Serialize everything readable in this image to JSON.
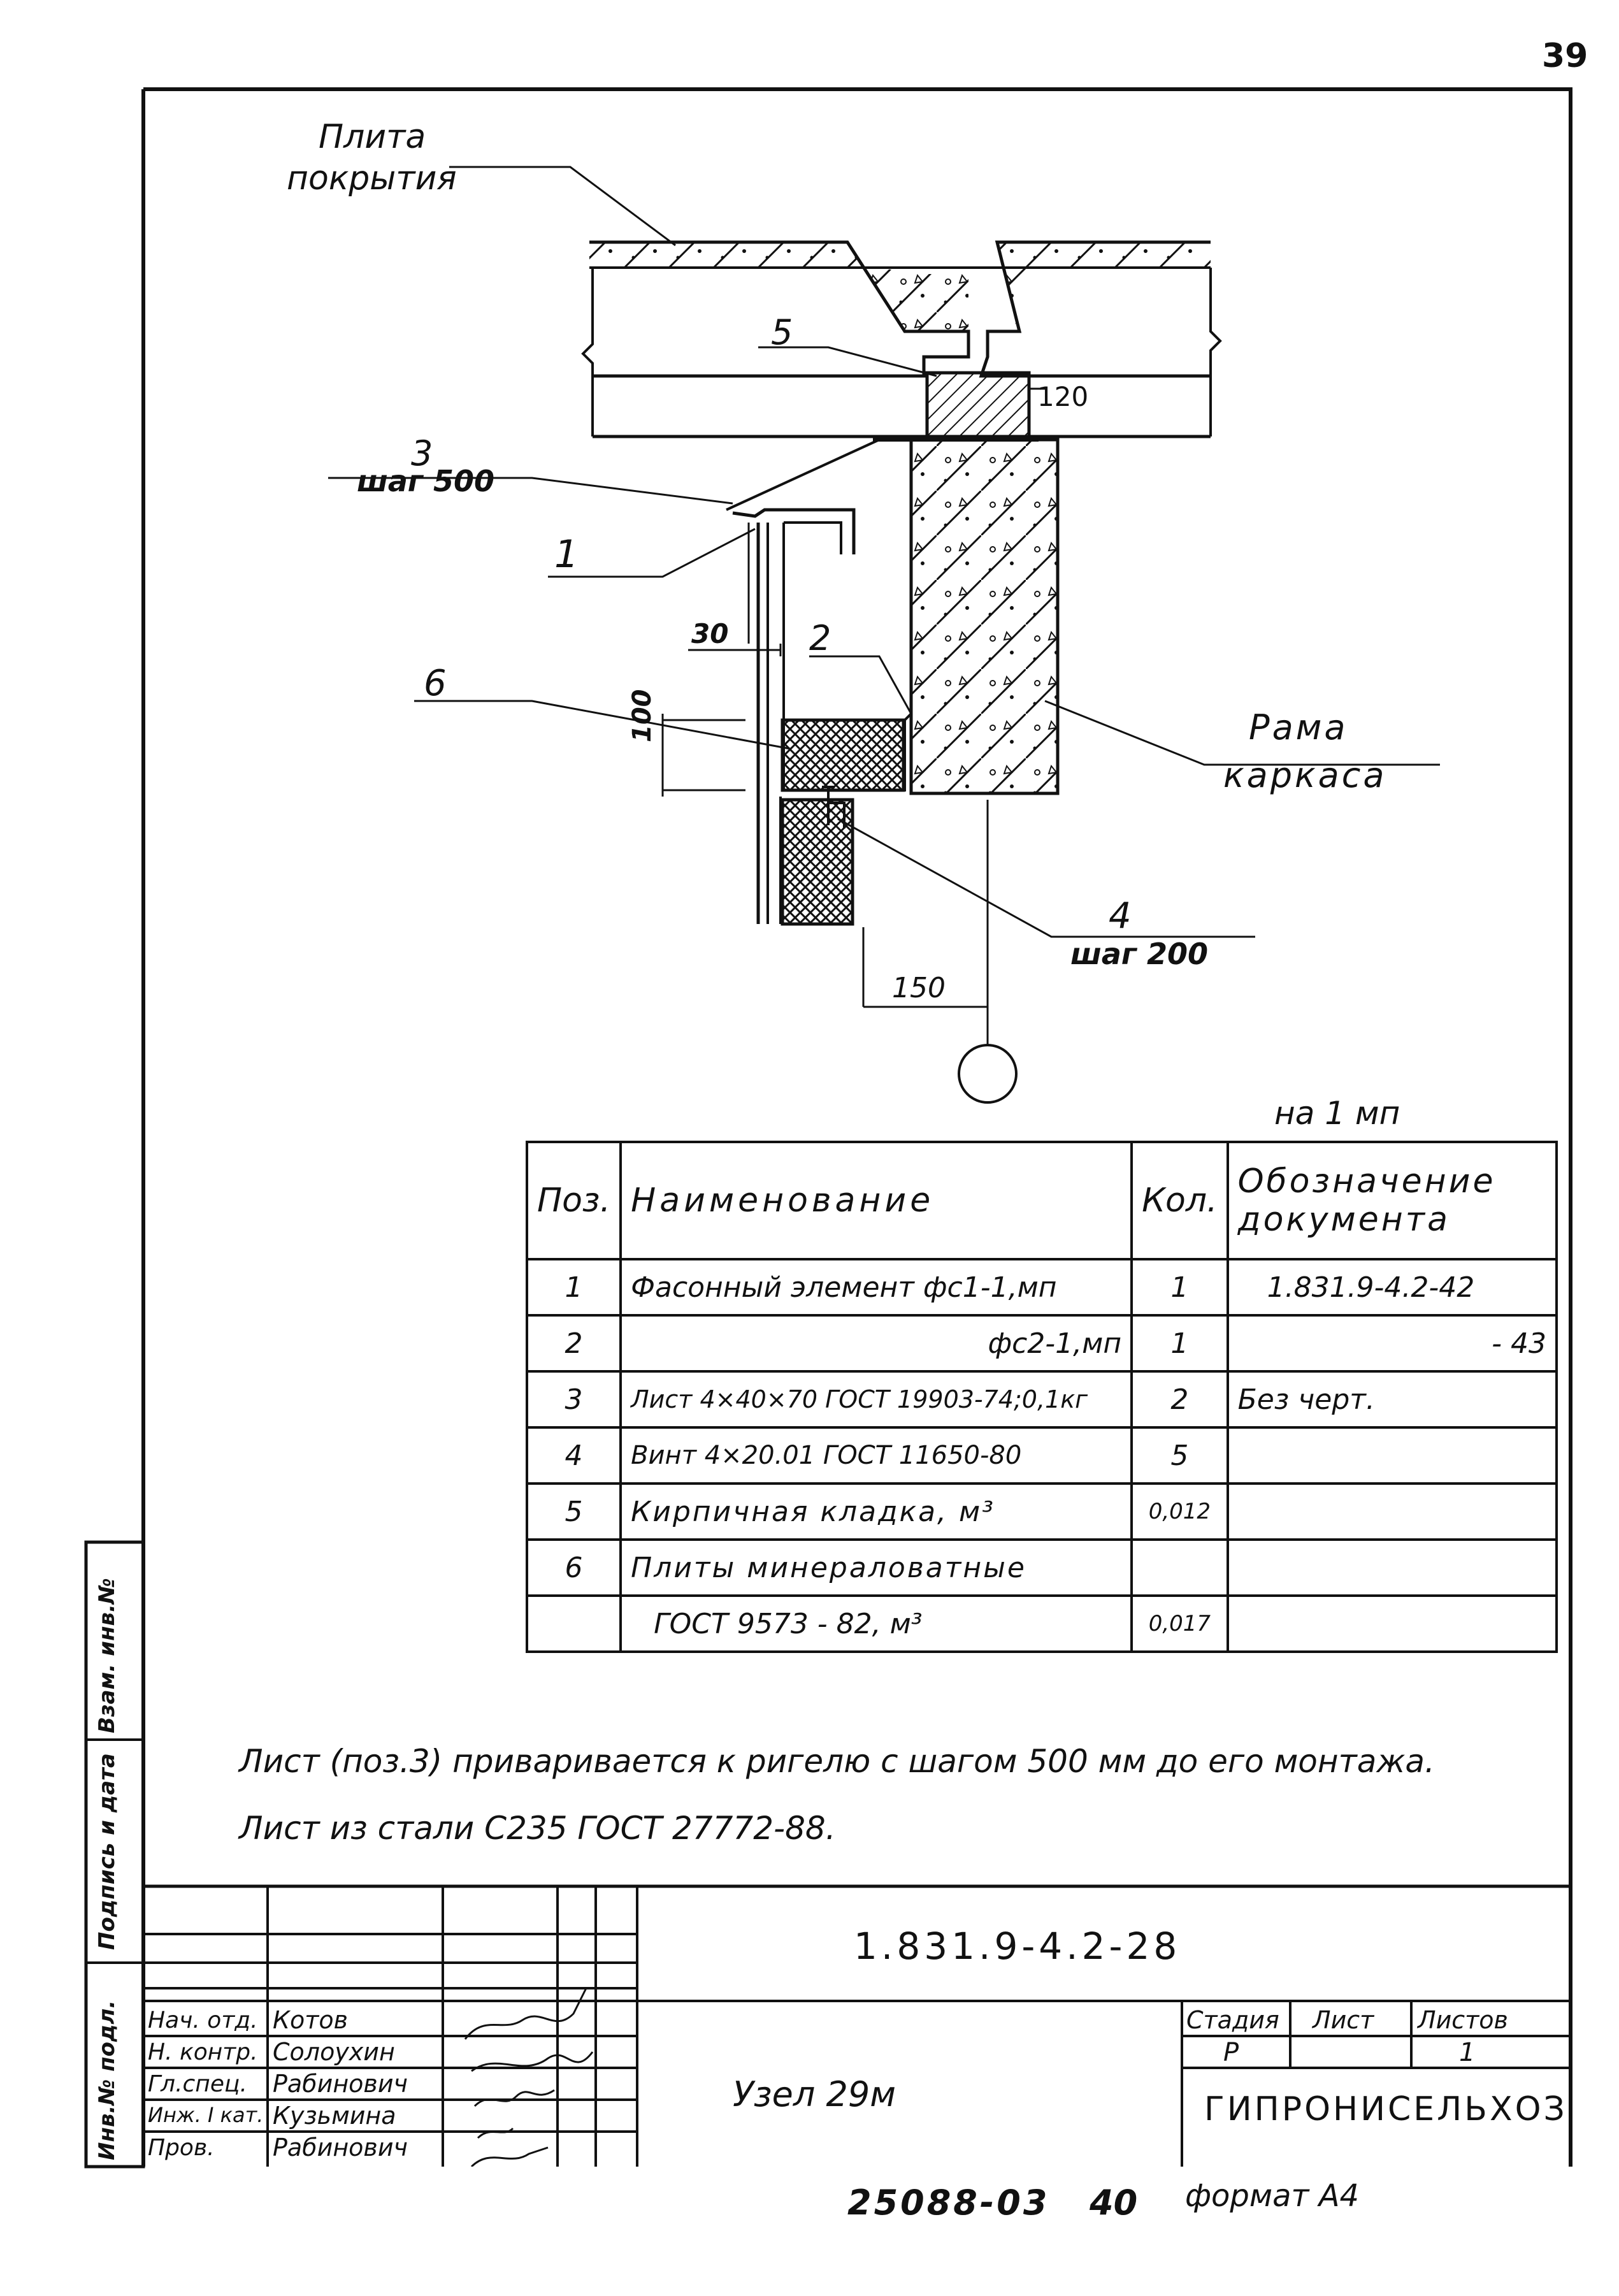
{
  "page_number": "39",
  "drawing": {
    "label_plate": [
      "Плита",
      "покрытия"
    ],
    "label_frame": [
      "Рама",
      "каркаса"
    ],
    "callouts": {
      "c1": "1",
      "c2": "2",
      "c3": "3",
      "c3_step": "шаг 500",
      "c4": "4",
      "c4_step": "шаг 200",
      "c5": "5",
      "c6": "6"
    },
    "dims": {
      "d120": "120",
      "d30": "30",
      "d100": "100",
      "d150": "150"
    }
  },
  "spec": {
    "unit_note": "на 1 мп",
    "headers": {
      "pos": "Поз.",
      "name": "Наименование",
      "qty": "Кол.",
      "doc": [
        "Обозначение",
        "документа"
      ]
    },
    "rows": [
      {
        "pos": "1",
        "name": "Фасонный элемент фс1-1,мп",
        "qty": "1",
        "doc": "1.831.9-4.2-42"
      },
      {
        "pos": "2",
        "name": "фс2-1,мп",
        "qty": "1",
        "doc": "- 43"
      },
      {
        "pos": "3",
        "name": "Лист 4×40×70 ГОСТ 19903-74;0,1кг",
        "qty": "2",
        "doc": "Без черт."
      },
      {
        "pos": "4",
        "name": "Винт 4×20.01 ГОСТ 11650-80",
        "qty": "5",
        "doc": ""
      },
      {
        "pos": "5",
        "name": "Кирпичная кладка, м³",
        "qty": "0,012",
        "doc": ""
      },
      {
        "pos": "6",
        "name": "Плиты минераловатные",
        "qty": "",
        "doc": ""
      },
      {
        "pos": "",
        "name": "ГОСТ 9573 - 82, м³",
        "qty": "0,017",
        "doc": ""
      }
    ]
  },
  "notes": [
    "Лист (поз.3) приваривается к ригелю с шагом 500 мм до его монтажа.",
    "Лист из стали С235 ГОСТ 27772-88."
  ],
  "side_stamp": [
    "Инв.№ подл.",
    "Подпись и дата",
    "Взам. инв.№"
  ],
  "title_block": {
    "doc_code": "1.831.9-4.2-28",
    "node_title": "Узел 29м",
    "roles": [
      {
        "role": "Нач. отд.",
        "name": "Котов"
      },
      {
        "role": "Н. контр.",
        "name": "Солоухин"
      },
      {
        "role": "Гл.спец.",
        "name": "Рабинович"
      },
      {
        "role": "Инж. I кат.",
        "name": "Кузьмина"
      },
      {
        "role": "Пров.",
        "name": "Рабинович"
      }
    ],
    "stage_label": "Стадия",
    "sheet_label": "Лист",
    "sheets_label": "Листов",
    "stage": "Р",
    "sheet": "",
    "sheets": "1",
    "organization": "ГИПРОНИСЕЛЬХОЗ"
  },
  "footer": {
    "number": "25088-03",
    "page": "40",
    "format": "формат А4"
  }
}
